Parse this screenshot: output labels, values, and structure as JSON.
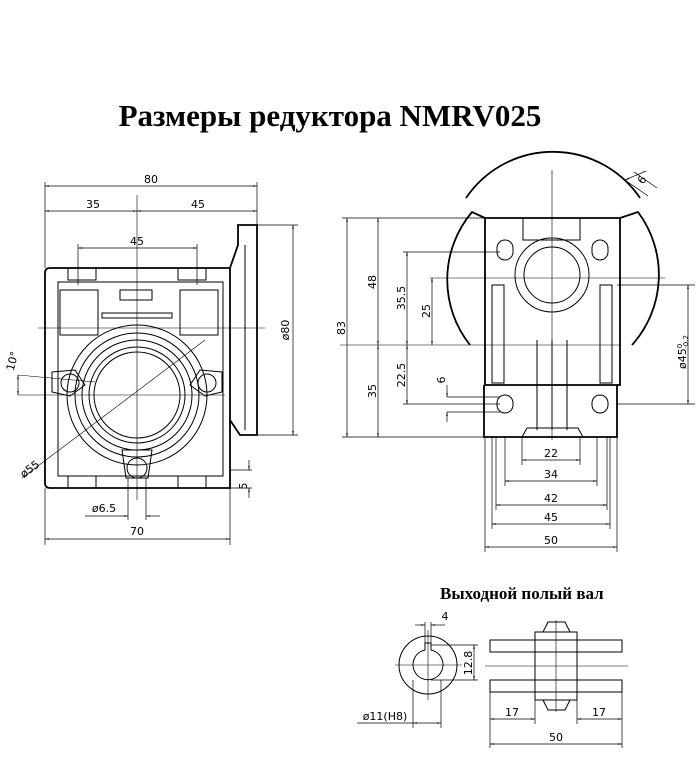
{
  "title": "Размеры редуктора NMRV025",
  "subtitle": "Выходной полый вал",
  "front_view": {
    "overall_width": "80",
    "left_offset": "35",
    "right_offset": "45",
    "mount_spacing": "45",
    "flange_diameter": "ø80",
    "angle": "10°",
    "flange_circle": "ø55",
    "hole_diameter": "ø6.5",
    "foot_height": "5",
    "base_width": "70"
  },
  "side_view": {
    "total_height": "83",
    "upper_height": "48",
    "lower_height": "35",
    "hole_upper": "35.5",
    "hole_center": "25",
    "hole_lower": "22.5",
    "slot": "6",
    "slot_top": "6",
    "spigot": "ø45",
    "spigot_tol_upper": "0",
    "spigot_tol_lower": "-0.2",
    "w22": "22",
    "w34": "34",
    "w42": "42",
    "w45": "45",
    "w50": "50"
  },
  "shaft": {
    "key_width": "4",
    "key_depth": "12.8",
    "bore": "ø11(H8)",
    "left_len": "17",
    "right_len": "17",
    "total_len": "50"
  }
}
